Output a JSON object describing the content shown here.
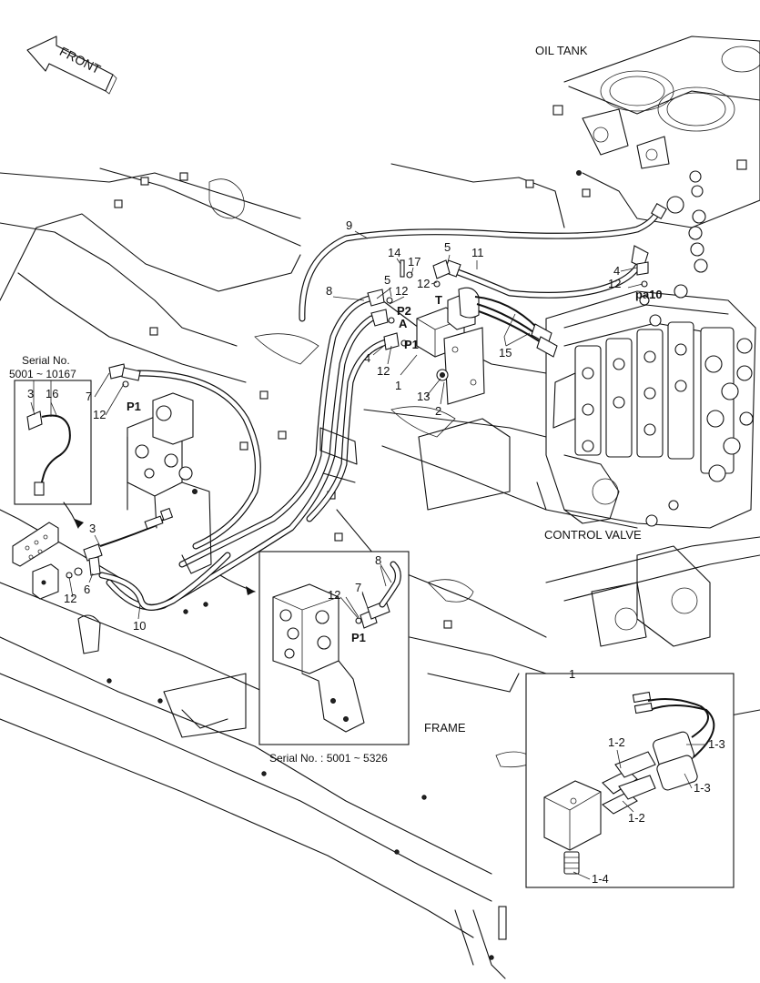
{
  "labels": {
    "front": "FRONT",
    "oil_tank": "OIL TANK",
    "control_valve": "CONTROL VALVE",
    "frame": "FRAME",
    "serial_left_line1": "Serial No.",
    "serial_left_line2": "5001 ~ 10167",
    "serial_inset": "Serial No. : 5001 ~ 5326",
    "port_p1_top": "P1",
    "port_p2": "P2",
    "port_a": "A",
    "port_t": "T",
    "port_pa10": "pa10",
    "port_p1_left": "P1",
    "port_p1_inset": "P1"
  },
  "callouts": {
    "n1_main": "1",
    "n2": "2",
    "n3_serial": "3",
    "n16_serial": "16",
    "n3_sensor": "3",
    "n4_a": "4",
    "n4_b": "4",
    "n5_a": "5",
    "n5_b": "5",
    "n6": "6",
    "n7_left": "7",
    "n7_inset": "7",
    "n8": "8",
    "n8_inset": "8",
    "n9": "9",
    "n10": "10",
    "n11": "11",
    "n12_a": "12",
    "n12_b": "12",
    "n12_c": "12",
    "n12_d": "12",
    "n12_e": "12",
    "n12_f": "12",
    "n12_inset": "12",
    "n13": "13",
    "n14": "14",
    "n15": "15",
    "n17": "17"
  },
  "detail": {
    "title": "1",
    "part_1_2_a": "1-2",
    "part_1_2_b": "1-2",
    "part_1_3_a": "1-3",
    "part_1_3_b": "1-3",
    "part_1_4": "1-4"
  }
}
